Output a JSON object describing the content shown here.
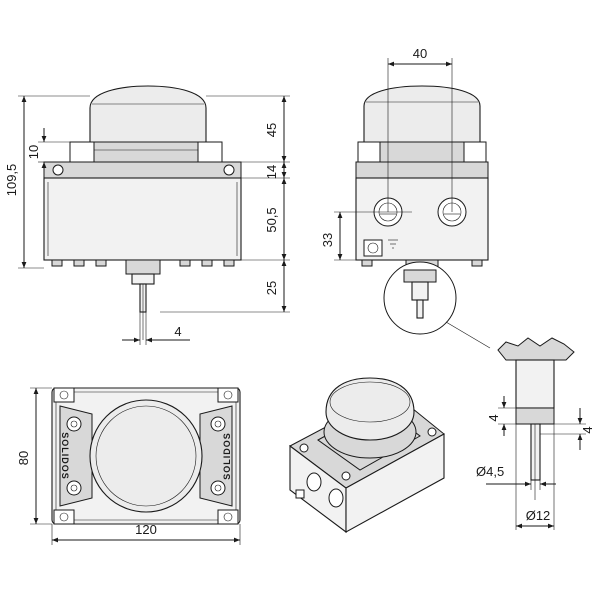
{
  "front_view": {
    "dim_total_height": "109,5",
    "dim_flange": "10",
    "dim_cap": "45",
    "dim_frame": "14",
    "dim_body": "50,5",
    "dim_shaft": "25",
    "dim_stem": "4"
  },
  "side_view": {
    "dim_hole_spacing": "40",
    "dim_hole_height": "33"
  },
  "detail_view": {
    "dim_stem_top": "4",
    "dim_stem_side": "4",
    "dim_stem_diameter": "Ø4,5",
    "dim_shaft_diameter": "Ø12"
  },
  "top_view": {
    "dim_width": "120",
    "dim_depth": "80",
    "brand_label": "SOLIDOS"
  },
  "colors": {
    "line": "#1a1a1a",
    "body_fill": "#f2f2f2",
    "dark_fill": "#d8d8d8"
  }
}
